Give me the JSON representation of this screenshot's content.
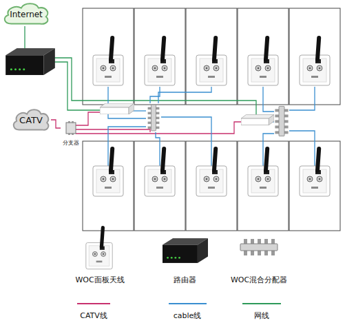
{
  "diagram": {
    "nodes": [
      {
        "text": [
          "Internet"
        ]
      },
      {
        "text": [
          "CATV"
        ]
      },
      {
        "text": [
          "分支器"
        ]
      }
    ],
    "edges": [
      {
        "from": 1,
        "to": 2,
        "arrow": "none"
      }
    ],
    "legend": [
      {
        "text": "WOC面板天线"
      },
      {
        "text": "路由器"
      },
      {
        "text": "WOC混合分配器"
      },
      {
        "text": "CATV线"
      },
      {
        "text": "cable线"
      },
      {
        "text": "网线"
      }
    ]
  }
}
